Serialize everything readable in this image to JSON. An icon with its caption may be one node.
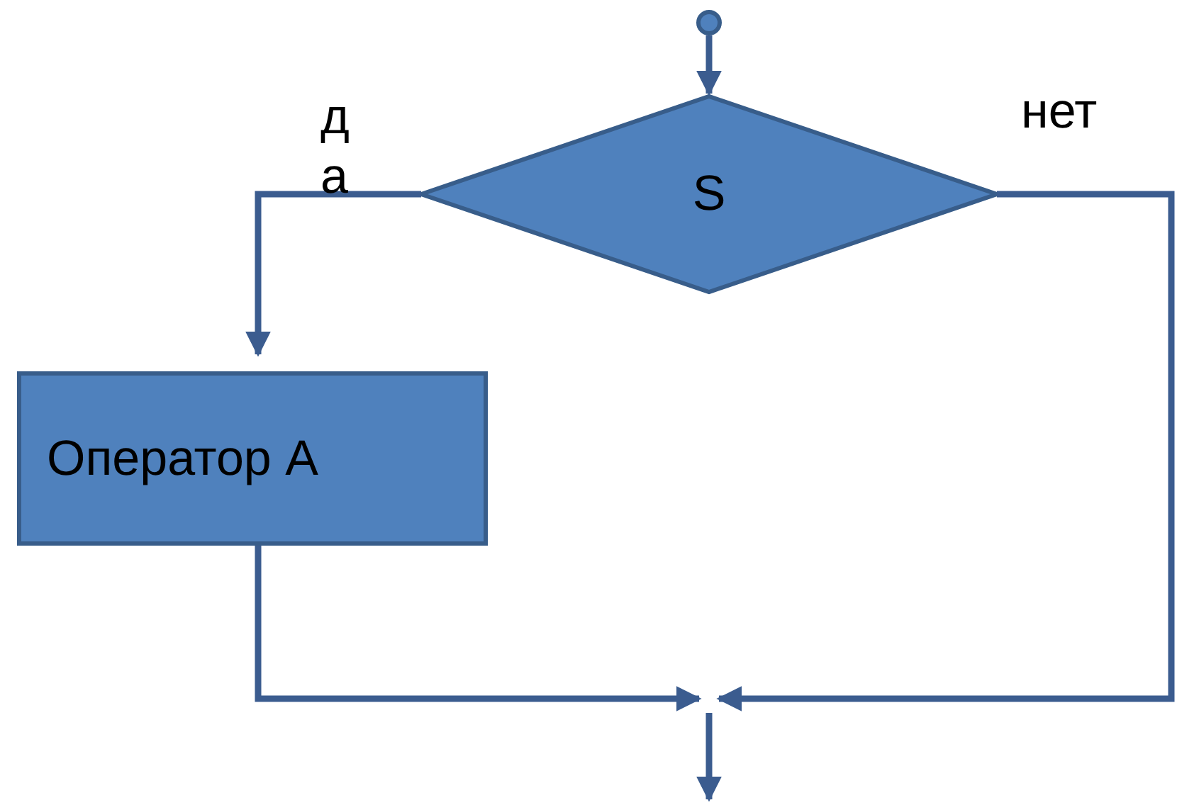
{
  "diagram": {
    "nodes": [
      {
        "text": [],
        "shape": "circle"
      },
      {
        "text": [
          "S"
        ]
      },
      {
        "text": [
          "Оператор А"
        ]
      }
    ],
    "edges": [
      {
        "from": 0,
        "to": 1,
        "arrow": "to"
      },
      {
        "from": 1,
        "to": 2,
        "arrow": "to",
        "label": "да"
      },
      {
        "from": 1,
        "to": null,
        "arrow": "to",
        "label": "нет"
      },
      {
        "from": 2,
        "to": null,
        "arrow": "to"
      }
    ]
  }
}
